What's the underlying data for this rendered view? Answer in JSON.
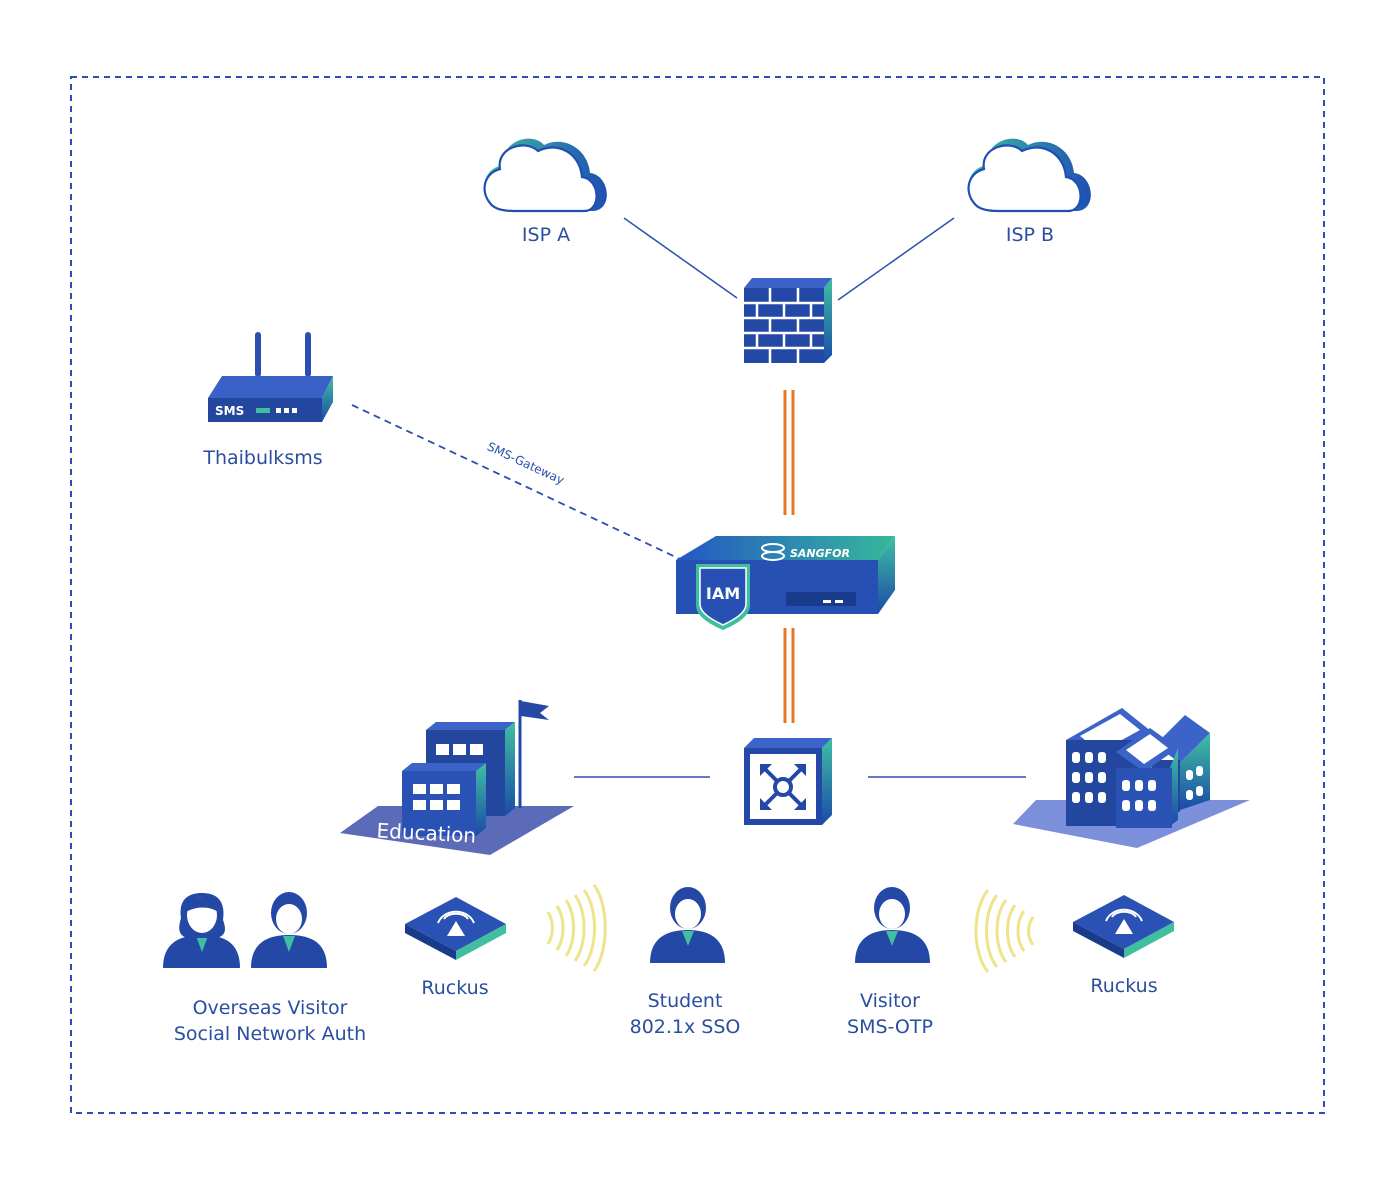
{
  "colors": {
    "primary": "#2b4fb0",
    "dark": "#1a3a8c",
    "teal": "#3fbf9f",
    "link": "#2b4fb0",
    "trunk": "#e87722",
    "wave": "#eee48a",
    "label": "#2a4ea0"
  },
  "nodes": {
    "isp_a": {
      "label": "ISP A",
      "icon": "cloud-icon"
    },
    "isp_b": {
      "label": "ISP B",
      "icon": "cloud-icon"
    },
    "firewall": {
      "icon": "firewall-icon"
    },
    "sms_gateway": {
      "label": "Thaibulksms",
      "device_text": "SMS",
      "icon": "router-icon"
    },
    "iam": {
      "badge": "IAM",
      "brand": "SANGFOR",
      "icon": "appliance-icon"
    },
    "switch": {
      "icon": "switch-icon"
    },
    "education": {
      "label": "Education",
      "icon": "school-building-icon"
    },
    "dorm": {
      "icon": "dormitory-building-icon"
    },
    "overseas_visitor": {
      "line1": "Overseas Visitor",
      "line2": "Social Network Auth",
      "icon": "user-pair-icon"
    },
    "ruckus_left": {
      "label": "Ruckus",
      "icon": "access-point-icon"
    },
    "student": {
      "line1": "Student",
      "line2": "802.1x SSO",
      "icon": "user-icon"
    },
    "visitor": {
      "line1": "Visitor",
      "line2": "SMS-OTP",
      "icon": "user-icon"
    },
    "ruckus_right": {
      "label": "Ruckus",
      "icon": "access-point-icon"
    }
  },
  "edges": {
    "sms_link": {
      "label": "SMS-Gateway",
      "style": "dashed"
    }
  }
}
